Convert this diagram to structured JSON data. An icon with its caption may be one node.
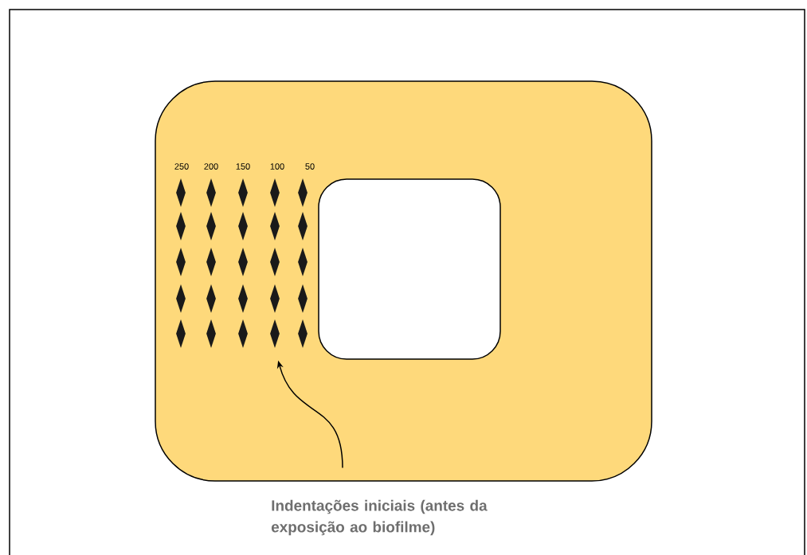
{
  "diagram": {
    "nodes": [
      {
        "text": [],
        "shape": "diamond"
      },
      {
        "text": [],
        "shape": "diamond"
      },
      {
        "text": [],
        "shape": "diamond"
      },
      {
        "text": [],
        "shape": "diamond"
      },
      {
        "text": [],
        "shape": "diamond"
      },
      {
        "text": [],
        "shape": "diamond"
      },
      {
        "text": [],
        "shape": "diamond"
      },
      {
        "text": [],
        "shape": "diamond"
      },
      {
        "text": [],
        "shape": "diamond"
      },
      {
        "text": [],
        "shape": "diamond"
      },
      {
        "text": [],
        "shape": "diamond"
      },
      {
        "text": [],
        "shape": "diamond"
      },
      {
        "text": [],
        "shape": "diamond"
      },
      {
        "text": [],
        "shape": "diamond"
      },
      {
        "text": [],
        "shape": "diamond"
      },
      {
        "text": [],
        "shape": "diamond"
      },
      {
        "text": [],
        "shape": "diamond"
      },
      {
        "text": [],
        "shape": "diamond"
      },
      {
        "text": [],
        "shape": "diamond"
      },
      {
        "text": [],
        "shape": "diamond"
      },
      {
        "text": [],
        "shape": "diamond"
      },
      {
        "text": [],
        "shape": "diamond"
      },
      {
        "text": [],
        "shape": "diamond"
      },
      {
        "text": [],
        "shape": "diamond"
      },
      {
        "text": [],
        "shape": "diamond"
      },
      {
        "text": [
          "Indentações iniciais (antes da exposição ao biofilme)"
        ]
      }
    ],
    "edges": [
      {
        "from": 25,
        "to": 23,
        "arrow": "to"
      }
    ],
    "labels": [
      "250",
      "200",
      "150",
      "100",
      "50"
    ]
  }
}
